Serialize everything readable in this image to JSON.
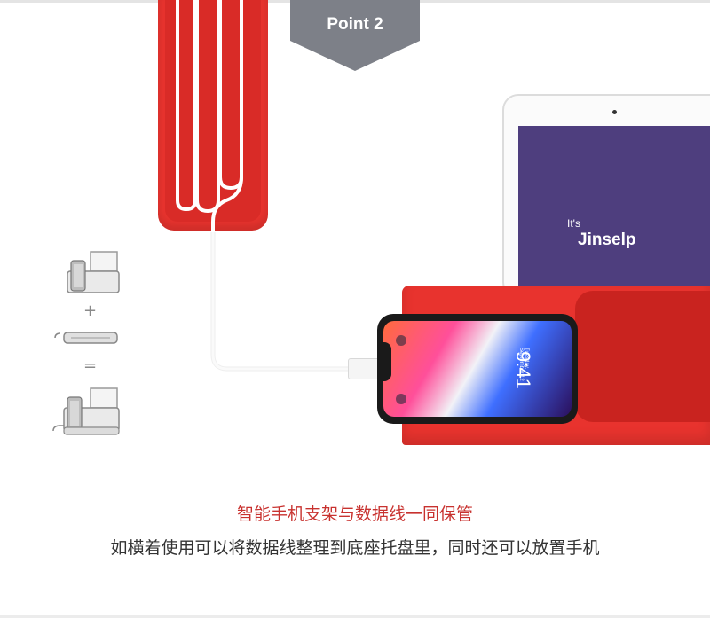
{
  "badge": {
    "label": "Point 2",
    "color": "#7d8088"
  },
  "tablet_screen": {
    "line_small": "It's",
    "line_big": "Jinselp"
  },
  "phone_screen": {
    "clock": "9:41",
    "date": "Tuesday, September 12"
  },
  "diagram": {
    "plus": "+",
    "equals": "="
  },
  "caption": {
    "title": "智能手机支架与数据线一同保管",
    "subtitle": "如横着使用可以将数据线整理到底座托盘里，同时还可以放置手机"
  },
  "colors": {
    "product_red": "#e8332e",
    "caption_red": "#c8322f"
  }
}
